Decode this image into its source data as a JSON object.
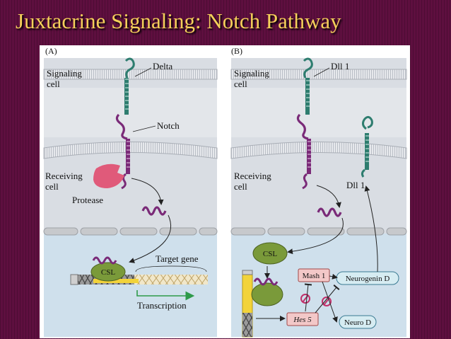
{
  "title": "Juxtacrine Signaling: Notch Pathway",
  "panel_a": {
    "label": "(A)",
    "signaling_cell": [
      "Signaling",
      "cell"
    ],
    "delta": "Delta",
    "notch": "Notch",
    "receiving_cell": [
      "Receiving",
      "cell"
    ],
    "protease": "Protease",
    "csl": "CSL",
    "target_gene": "Target gene",
    "transcription": "Transcription"
  },
  "panel_b": {
    "label": "(B)",
    "signaling_cell": [
      "Signaling",
      "cell"
    ],
    "dll1_top": "Dll 1",
    "receiving_cell": [
      "Receiving",
      "cell"
    ],
    "dll1_right": "Dll 1",
    "csl": "CSL",
    "mash1": "Mash 1",
    "neurogenin": "Neurogenin D",
    "hes5": "Hes 5",
    "neurod": "Neuro D"
  },
  "colors": {
    "background": "#5e0f3f",
    "title": "#f5cf5a",
    "cell_gray": "#d9dde3",
    "nucleus_blue": "#cfe0ec",
    "green_domain": "#2e7d6f",
    "purple_domain": "#7a2a78",
    "protease": "#e05a7a",
    "csl": "#7a9a3a",
    "yellow": "#f2d33a",
    "mash1_box": "#f3c8c8",
    "neurogenin_box": "#d6ecf2"
  }
}
